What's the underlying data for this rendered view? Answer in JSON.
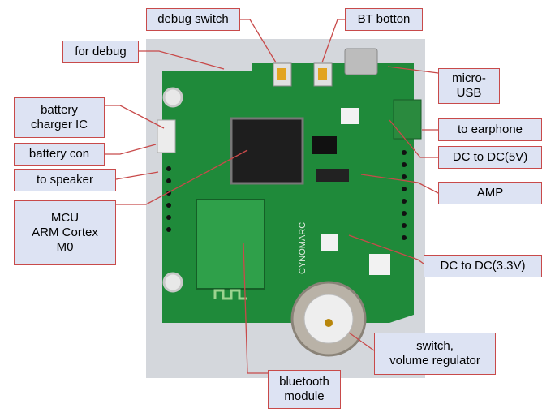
{
  "labels": {
    "debug_switch": "debug switch",
    "bt_button": "BT botton",
    "for_debug": "for debug",
    "micro_usb": "micro-\nUSB",
    "battery_charger": "battery\ncharger IC",
    "battery_con": "battery con",
    "to_earphone": "to earphone",
    "dc5v": "DC to DC(5V)",
    "to_speaker": "to speaker",
    "amp": "AMP",
    "mcu": "MCU\nARM Cortex\nM0",
    "dc33v": "DC to DC(3.3V)",
    "switch_volume": "switch,\nvolume regulator",
    "bluetooth_module": "bluetooth\nmodule"
  },
  "board_silkscreen": {
    "brand": "CYNOMARC"
  },
  "colors": {
    "callout_fill": "#dde3f3",
    "callout_border": "#c84a4a",
    "leader_line": "#c84a4a",
    "pcb_green": "#1f8a3a"
  }
}
